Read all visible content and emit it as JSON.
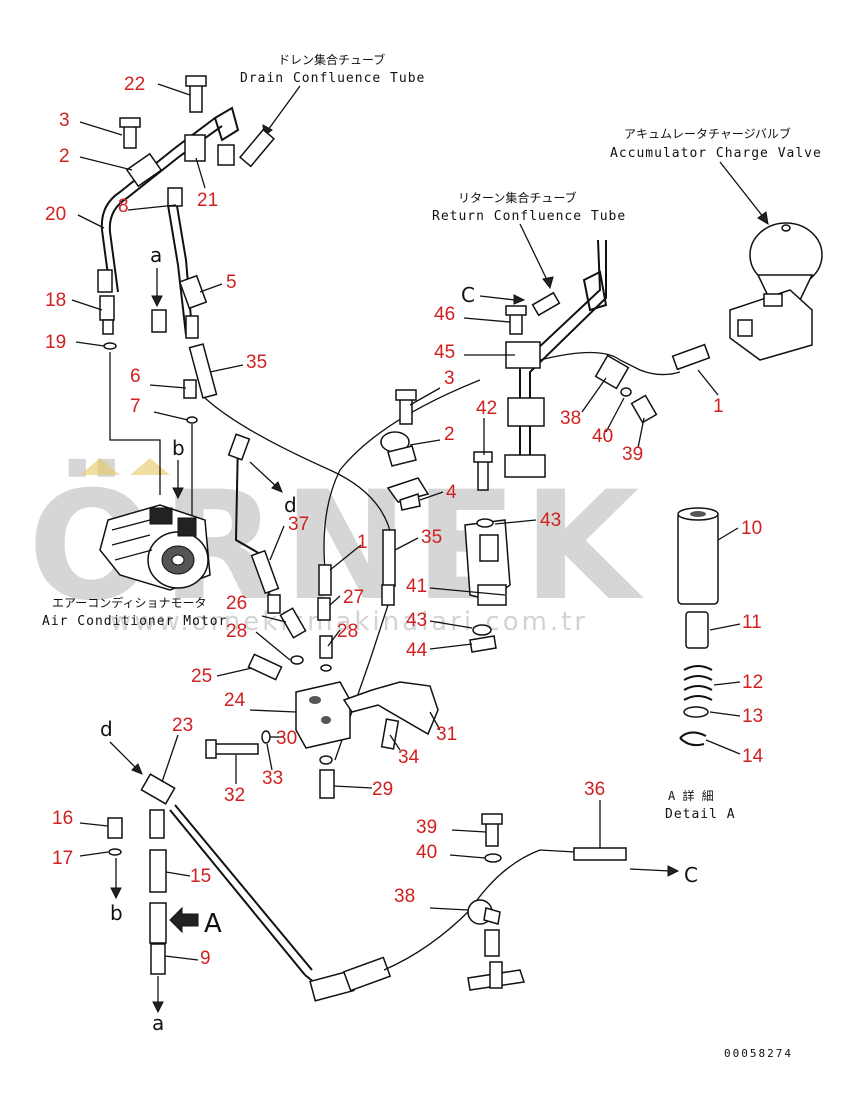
{
  "labels": {
    "drain_jp": "ドレン集合チューブ",
    "drain_en": "Drain Confluence Tube",
    "return_jp": "リターン集合チューブ",
    "return_en": "Return Confluence Tube",
    "accum_jp": "アキュムレータチャージバルブ",
    "accum_en": "Accumulator Charge Valve",
    "aircon_jp": "エアーコンディショナモータ",
    "aircon_en": "Air Conditioner Motor",
    "detail_jp": "A 詳 細",
    "detail_en": "Detail A"
  },
  "letters": {
    "a_top": "a",
    "b_top": "b",
    "c_top": "C",
    "d_top": "d",
    "d_bottom": "d",
    "b_bottom": "b",
    "a_bottom": "a",
    "A_arrow": "A",
    "C_bottom": "C"
  },
  "watermark": {
    "big": "ÖRNEK",
    "url": "www.orneki̇smaki̇nalari.com.tr"
  },
  "drawing_code": "00058274",
  "callouts": {
    "n22": "22",
    "n3a": "3",
    "n2a": "2",
    "n20": "20",
    "n18": "18",
    "n19": "19",
    "n8": "8",
    "n21": "21",
    "n5": "5",
    "n35a": "35",
    "n6": "6",
    "n7": "7",
    "n46": "46",
    "n45": "45",
    "n3b": "3",
    "n2b": "2",
    "n42": "42",
    "n38a": "38",
    "n40a": "40",
    "n39a": "39",
    "n1a": "1",
    "n4": "4",
    "n43a": "43",
    "n10": "10",
    "n37": "37",
    "n1b": "1",
    "n35b": "35",
    "n27": "27",
    "n41": "41",
    "n43b": "43",
    "n44": "44",
    "n11": "11",
    "n12": "12",
    "n13": "13",
    "n14": "14",
    "n26": "26",
    "n28a": "28",
    "n28b": "28",
    "n25": "25",
    "n24": "24",
    "n23": "23",
    "n30": "30",
    "n31": "31",
    "n34": "34",
    "n33": "33",
    "n32": "32",
    "n29": "29",
    "n36": "36",
    "n16": "16",
    "n17": "17",
    "n15": "15",
    "n39b": "39",
    "n40b": "40",
    "n38b": "38",
    "n9": "9"
  }
}
